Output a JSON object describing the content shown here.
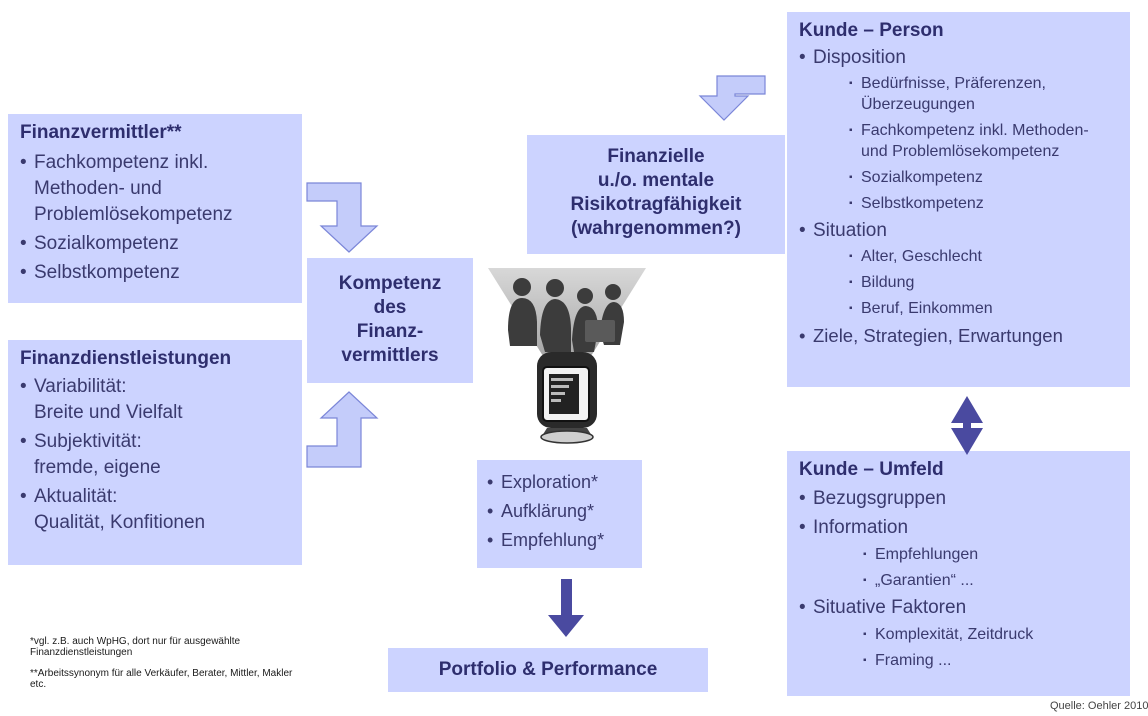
{
  "vermittler": {
    "title": "Finanzvermittler**",
    "items": [
      "Fachkompetenz inkl. Methoden- und Problemlösekompetenz",
      "Sozialkompetenz",
      "Selbstkompetenz"
    ]
  },
  "dienstleistungen": {
    "title": "Finanzdienstleistungen",
    "items": [
      {
        "label": "Variabilität:",
        "detail": "Breite und Vielfalt"
      },
      {
        "label": "Subjektivität:",
        "detail": "fremde, eigene"
      },
      {
        "label": "Aktualität:",
        "detail": "Qualität, Konfitionen"
      }
    ]
  },
  "kompetenz": {
    "line1": "Kompetenz",
    "line2": "des",
    "line3": "Finanz-",
    "line4": "vermittlers"
  },
  "risiko": {
    "line1": "Finanzielle",
    "line2": "u./o. mentale",
    "line3": "Risikotragfähigkeit",
    "line4": "(wahrgenommen?)"
  },
  "prozess": {
    "items": [
      "Exploration*",
      "Aufklärung*",
      "Empfehlung*"
    ]
  },
  "portfolio": {
    "label": "Portfolio & Performance"
  },
  "person": {
    "title": "Kunde – Person",
    "disposition": {
      "label": "Disposition",
      "items": [
        "Bedürfnisse, Präferenzen, Überzeugungen",
        "Fachkompetenz inkl. Methoden- und Problemlösekompetenz",
        "Sozialkompetenz",
        "Selbstkompetenz"
      ]
    },
    "situation": {
      "label": "Situation",
      "items": [
        "Alter, Geschlecht",
        "Bildung",
        "Beruf, Einkommen"
      ]
    },
    "ziele": "Ziele, Strategien, Erwartungen"
  },
  "umfeld": {
    "title": "Kunde – Umfeld",
    "bezug": "Bezugsgruppen",
    "information": {
      "label": "Information",
      "items": [
        "Empfehlungen",
        "„Garantien“ ..."
      ]
    },
    "faktoren": {
      "label": "Situative Faktoren",
      "items": [
        "Komplexität, Zeitdruck",
        "Framing ..."
      ]
    }
  },
  "notes": {
    "n1": "*vgl. z.B. auch WpHG, dort nur für ausgewählte Finanzdienstleistungen",
    "n2": "**Arbeitssynonym für alle Verkäufer, Berater, Mittler, Makler etc."
  },
  "source": "Quelle: Oehler 2010",
  "colors": {
    "box": "#ccd3ff",
    "text": "#2e2e6e",
    "arrow_dark": "#4a4aa0",
    "arrow_light": "#c4ccfa"
  }
}
